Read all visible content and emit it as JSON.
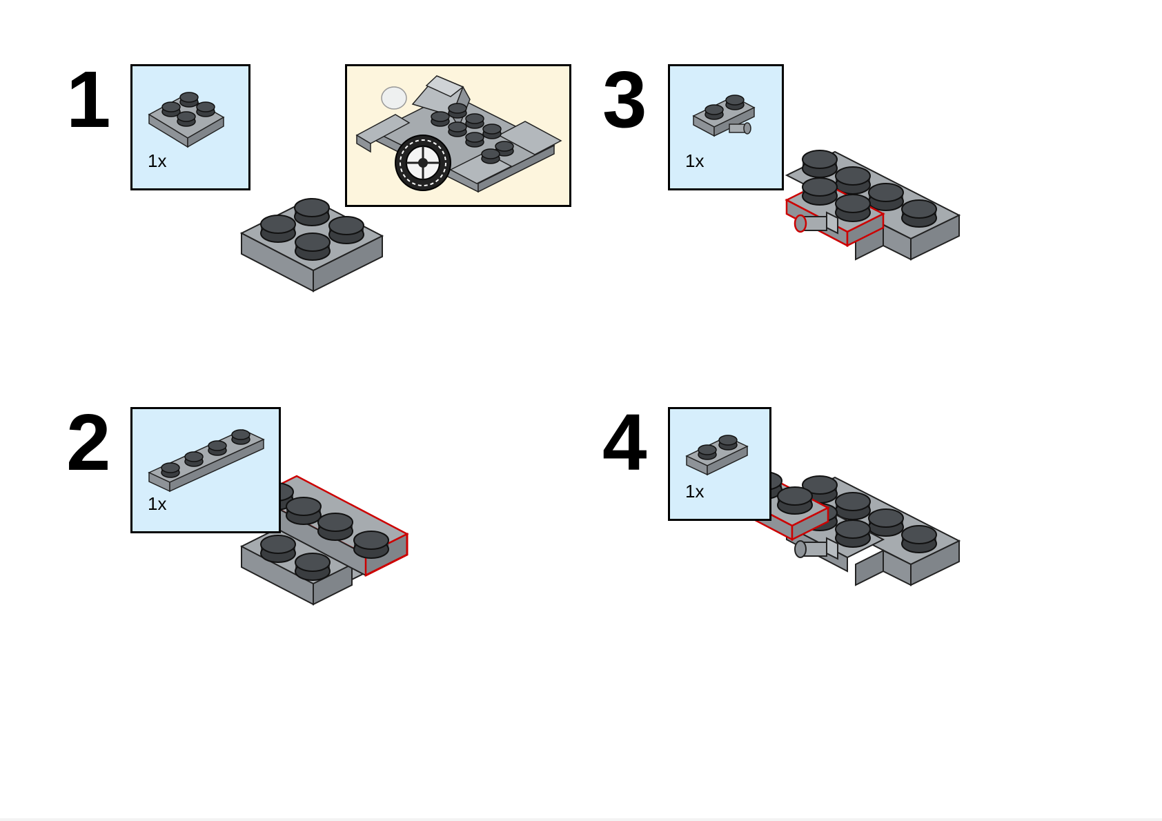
{
  "steps": [
    {
      "number": "1",
      "parts": [
        {
          "name": "Plate 2 x 2",
          "quantity": "1x"
        }
      ]
    },
    {
      "number": "2",
      "parts": [
        {
          "name": "Plate 1 x 4",
          "quantity": "1x"
        }
      ]
    },
    {
      "number": "3",
      "parts": [
        {
          "name": "Plate 1 x 2 with Pin",
          "quantity": "1x"
        }
      ]
    },
    {
      "number": "4",
      "parts": [
        {
          "name": "Plate 1 x 2",
          "quantity": "1x"
        }
      ]
    }
  ],
  "colors": {
    "part_gray": "#a0a5a9",
    "callout_background": "#d6eefc",
    "preview_background": "#fdf5dd",
    "highlight_outline": "#cc0000"
  },
  "icons": [
    "brick-2x2-icon",
    "brick-1x4-icon",
    "brick-1x2-pin-icon",
    "brick-1x2-icon",
    "car-preview-icon"
  ]
}
